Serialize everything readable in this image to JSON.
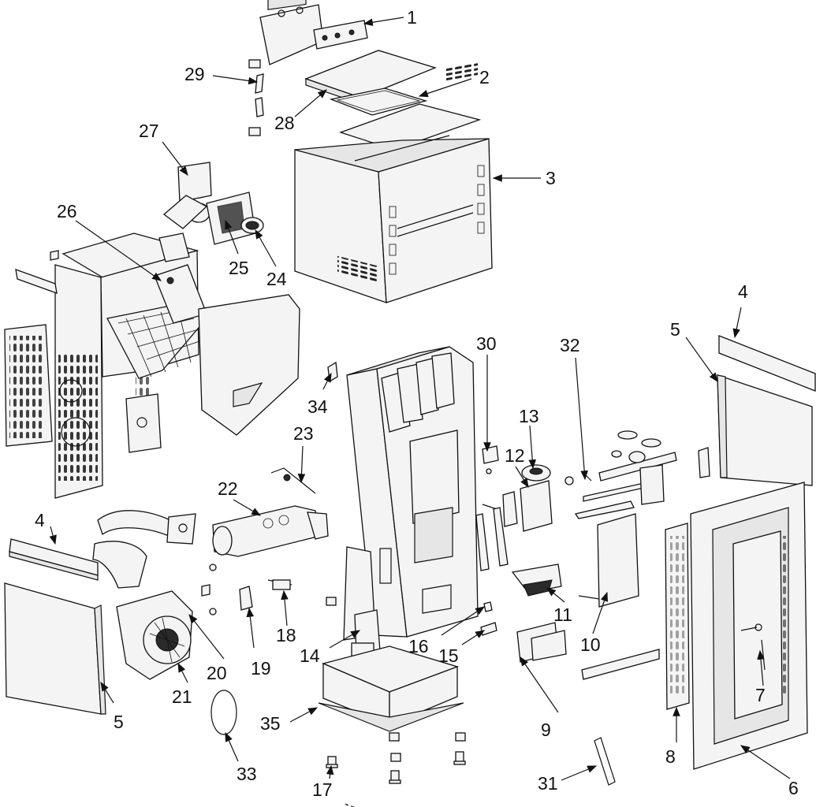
{
  "labels": {
    "l1": "1",
    "l2": "2",
    "l3": "3",
    "l4a": "4",
    "l4b": "4",
    "l5a": "5",
    "l5b": "5",
    "l6": "6",
    "l7": "7",
    "l8": "8",
    "l9": "9",
    "l10": "10",
    "l11": "11",
    "l12": "12",
    "l13": "13",
    "l14": "14",
    "l15": "15",
    "l16": "16",
    "l17": "17",
    "l18": "18",
    "l19": "19",
    "l20": "20",
    "l21": "21",
    "l22": "22",
    "l23": "23",
    "l24": "24",
    "l25": "25",
    "l26": "26",
    "l27": "27",
    "l28": "28",
    "l29": "29",
    "l30": "30",
    "l31": "31",
    "l32": "32",
    "l33": "33",
    "l34": "34",
    "l35": "35"
  }
}
